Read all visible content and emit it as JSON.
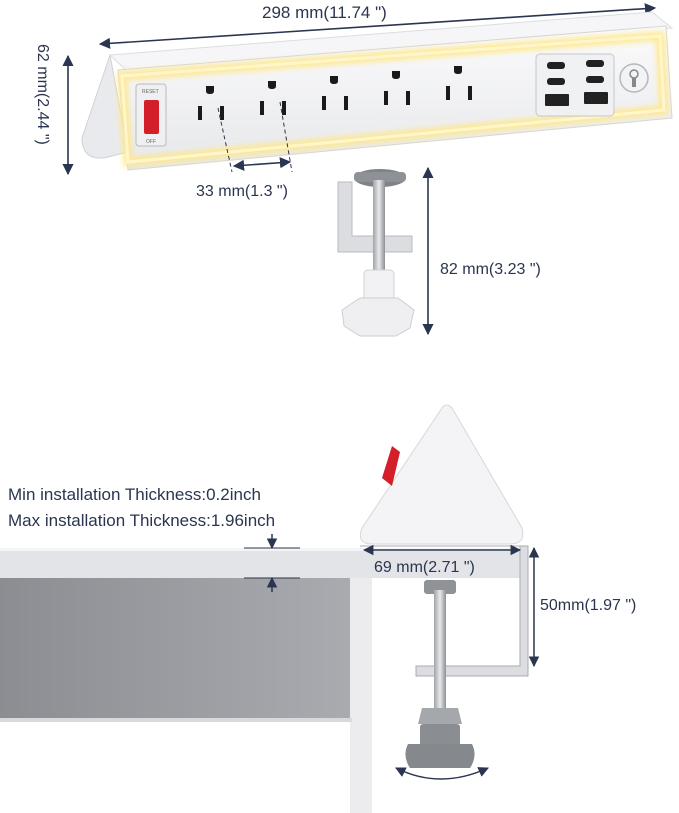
{
  "top_view": {
    "length_label": "298 mm(11.74 \")",
    "height_label": "62 mm(2.44 \")",
    "outlet_spacing_label": "33 mm(1.3 \")",
    "clamp_height_label": "82 mm(3.23 \")",
    "switch_text_top": "RESET",
    "switch_text_bottom": "OFF",
    "outlet_count": 5,
    "usb_port_count": 6
  },
  "side_view": {
    "min_thickness_label": "Min installation Thickness:0.2inch",
    "max_thickness_label": "Max installation Thickness:1.96inch",
    "base_width_label": "69 mm(2.71 \")",
    "clamp_depth_label": "50mm(1.97 \")"
  },
  "colors": {
    "dimension_line": "#2a3550",
    "led_glow": "#fff3b0",
    "switch_red": "#d21f2a",
    "body": "#f2f2f4",
    "desk_top": "#d9dadd",
    "desk_front": "#8e9096"
  }
}
